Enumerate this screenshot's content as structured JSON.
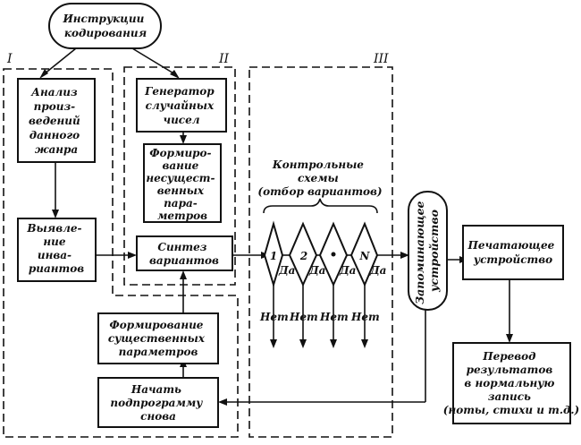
{
  "nodes": {
    "coding_instructions": [
      "Инструкции",
      "кодирования"
    ],
    "analysis": [
      "Анализ",
      "произ-",
      "ведений",
      "данного",
      "жанра"
    ],
    "invariants": [
      "Выявле-",
      "ние",
      "инва-",
      "риантов"
    ],
    "rng": [
      "Генератор",
      "случайных",
      "чисел"
    ],
    "nonessential": [
      "Формиро-",
      "вание",
      "несущест-",
      "венных",
      "пара-",
      "метров"
    ],
    "synthesis": [
      "Синтез",
      "вариантов"
    ],
    "essential": [
      "Формирование",
      "существенных",
      "параметров"
    ],
    "restart": [
      "Начать",
      "подпрограмму",
      "снова"
    ],
    "memory": [
      "Запоминающее",
      "устройство"
    ],
    "printer": [
      "Печатающее",
      "устройство"
    ],
    "translation": [
      "Перевод",
      "результатов",
      "в нормальную",
      "запись",
      "(ноты, стихи и т.д.)"
    ]
  },
  "control": {
    "label": [
      "Контрольные",
      "схемы",
      "(отбор вариантов)"
    ],
    "diamonds": [
      "1",
      "2",
      "",
      "N"
    ],
    "yes": "Да",
    "no": "Нет"
  },
  "sections": [
    "I",
    "II",
    "III"
  ]
}
